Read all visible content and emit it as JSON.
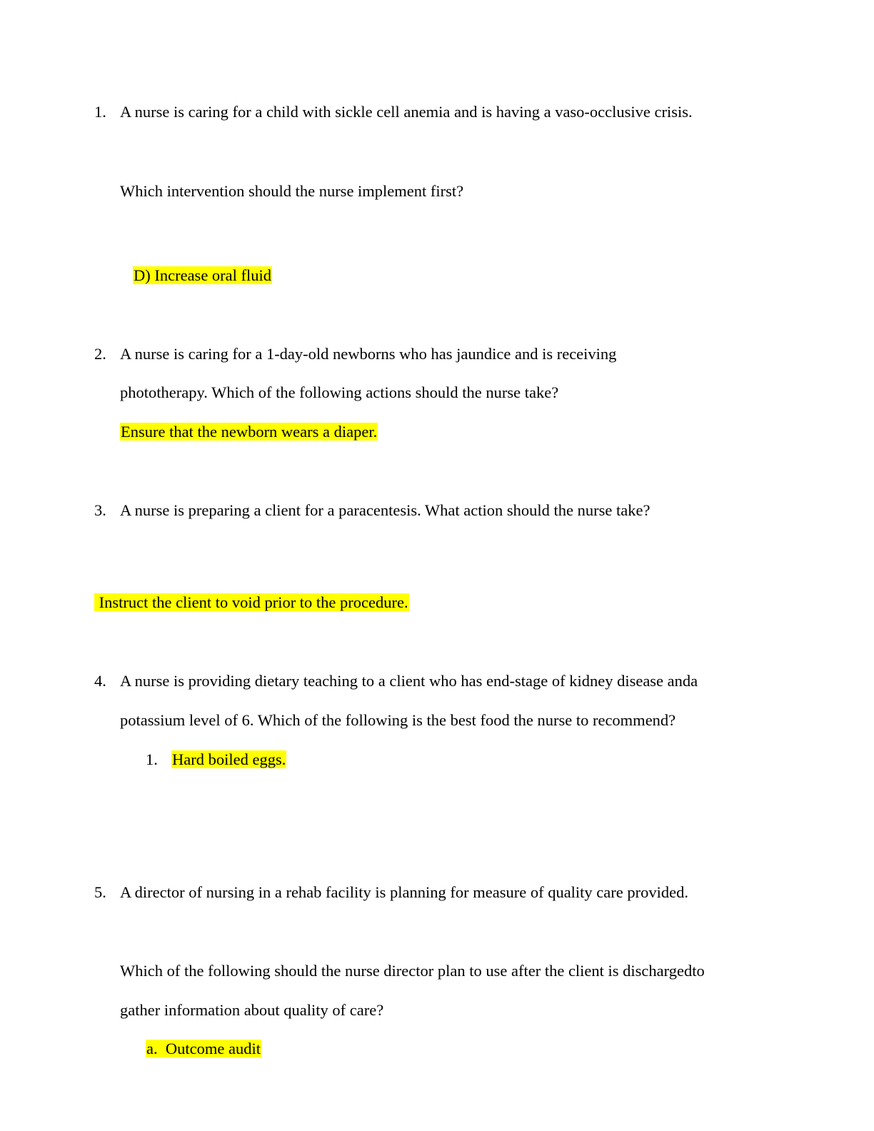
{
  "questions": [
    {
      "number": "1.",
      "lines": [
        "A nurse is caring for a child with sickle cell anemia and is having a vaso-occlusive crisis.",
        "Which intervention should the nurse implement first?"
      ],
      "answer": "D) Increase oral fluid"
    },
    {
      "number": "2.",
      "lines": [
        "A nurse is caring for a 1-day-old newborns who has jaundice and is receiving",
        "phototherapy. Which of the following actions should the nurse take?"
      ],
      "answer": "Ensure that the newborn wears a diaper."
    },
    {
      "number": "3.",
      "lines": [
        "A nurse is preparing a client for a paracentesis. What action should the nurse take?"
      ],
      "answer": " Instruct the client to void prior to the procedure."
    },
    {
      "number": "4.",
      "lines": [
        "A nurse is providing dietary teaching to a client who has end-stage of kidney disease anda",
        "potassium level of 6. Which of the following is the best food the nurse to recommend?"
      ],
      "answer_marker": "1.",
      "answer": "Hard boiled eggs."
    },
    {
      "number": "5.",
      "lines": [
        "A director of nursing in a rehab facility is planning for measure of quality care provided.",
        "Which of the following should the nurse director plan to use after the client is dischargedto",
        "gather information about quality of care?"
      ],
      "answer": "a.  Outcome audit"
    }
  ],
  "colors": {
    "highlight": "#ffff00",
    "text": "#000000"
  }
}
